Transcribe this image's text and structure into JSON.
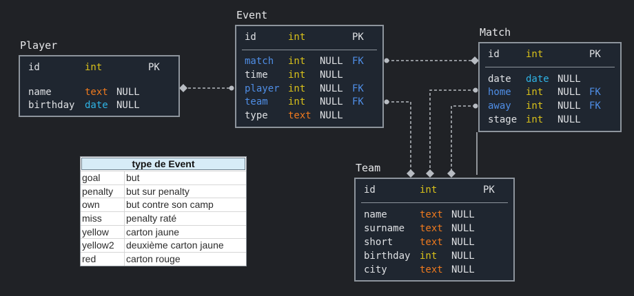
{
  "colors": {
    "background": "#202226",
    "entity_fill": "#1f2630",
    "border": "#8e959d",
    "int": "#d9c11a",
    "text": "#f07a1e",
    "date": "#2fb4e6",
    "fk": "#4f8ee6"
  },
  "player": {
    "title": "Player",
    "rows": [
      {
        "name": "id",
        "type": "int",
        "key": "PK"
      },
      {
        "name": "name",
        "type": "text",
        "nullable": "NULL"
      },
      {
        "name": "birthday",
        "type": "date",
        "nullable": "NULL"
      }
    ]
  },
  "event": {
    "title": "Event",
    "rows": [
      {
        "name": "id",
        "type": "int",
        "key": "PK"
      },
      {
        "name": "match",
        "type": "int",
        "nullable": "NULL",
        "key": "FK"
      },
      {
        "name": "time",
        "type": "int",
        "nullable": "NULL"
      },
      {
        "name": "player",
        "type": "int",
        "nullable": "NULL",
        "key": "FK"
      },
      {
        "name": "team",
        "type": "int",
        "nullable": "NULL",
        "key": "FK"
      },
      {
        "name": "type",
        "type": "text",
        "nullable": "NULL"
      }
    ]
  },
  "match": {
    "title": "Match",
    "rows": [
      {
        "name": "id",
        "type": "int",
        "key": "PK"
      },
      {
        "name": "date",
        "type": "date",
        "nullable": "NULL"
      },
      {
        "name": "home",
        "type": "int",
        "nullable": "NULL",
        "key": "FK"
      },
      {
        "name": "away",
        "type": "int",
        "nullable": "NULL",
        "key": "FK"
      },
      {
        "name": "stage",
        "type": "int",
        "nullable": "NULL"
      }
    ]
  },
  "team": {
    "title": "Team",
    "rows": [
      {
        "name": "id",
        "type": "int",
        "key": "PK"
      },
      {
        "name": "name",
        "type": "text",
        "nullable": "NULL"
      },
      {
        "name": "surname",
        "type": "text",
        "nullable": "NULL"
      },
      {
        "name": "short",
        "type": "text",
        "nullable": "NULL"
      },
      {
        "name": "birthday",
        "type": "int",
        "nullable": "NULL"
      },
      {
        "name": "city",
        "type": "text",
        "nullable": "NULL"
      }
    ]
  },
  "legend": {
    "header": "type de Event",
    "rows": [
      {
        "code": "goal",
        "label": "but"
      },
      {
        "code": "penalty",
        "label": "but sur penalty"
      },
      {
        "code": "own",
        "label": "but contre son camp"
      },
      {
        "code": "miss",
        "label": "penalty raté"
      },
      {
        "code": "yellow",
        "label": "carton jaune"
      },
      {
        "code": "yellow2",
        "label": "deuxième carton jaune"
      },
      {
        "code": "red",
        "label": "carton rouge"
      }
    ]
  }
}
